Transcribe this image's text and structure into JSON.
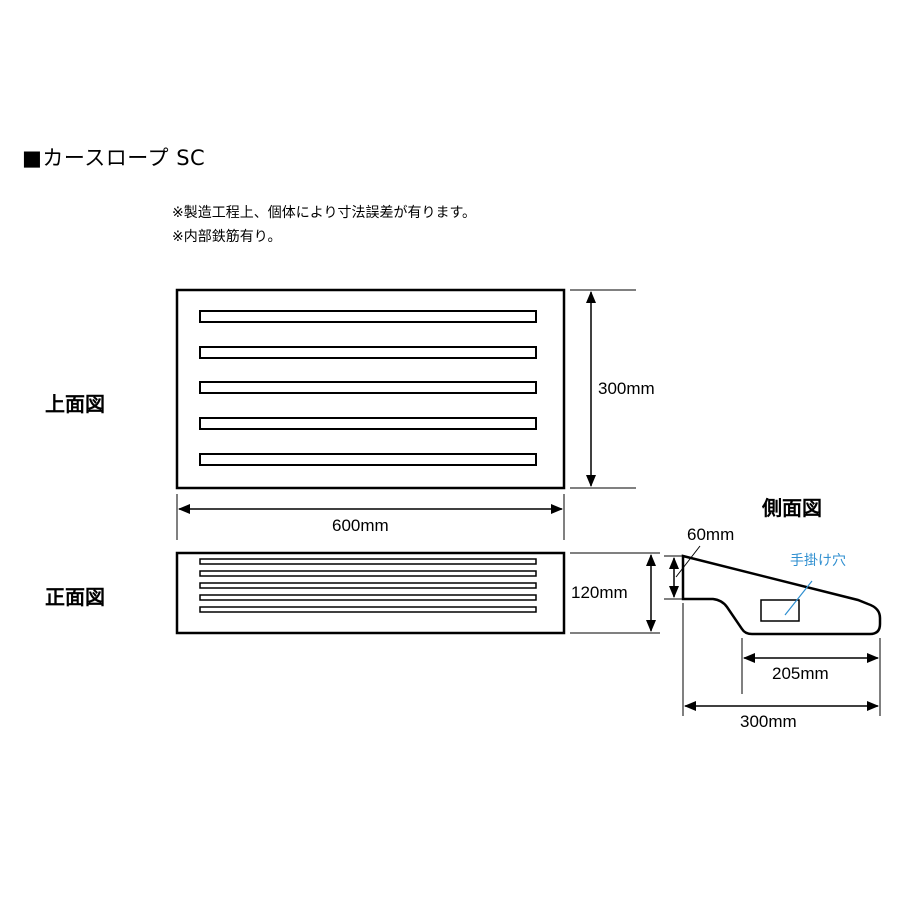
{
  "title": "■カースロープ  SC",
  "notes": [
    "※製造工程上、個体により寸法誤差が有ります。",
    "※内部鉄筋有り。"
  ],
  "views": {
    "top": "上面図",
    "front": "正面図",
    "side": "側面図"
  },
  "dimensions": {
    "top_height": "300mm",
    "top_width": "600mm",
    "front_height": "120mm",
    "side_front_height": "60mm",
    "side_bottom_length": "205mm",
    "side_total_length": "300mm"
  },
  "callouts": {
    "hand_hole": "手掛け穴"
  },
  "colors": {
    "line": "#000000",
    "callout": "#2f8fd0"
  }
}
